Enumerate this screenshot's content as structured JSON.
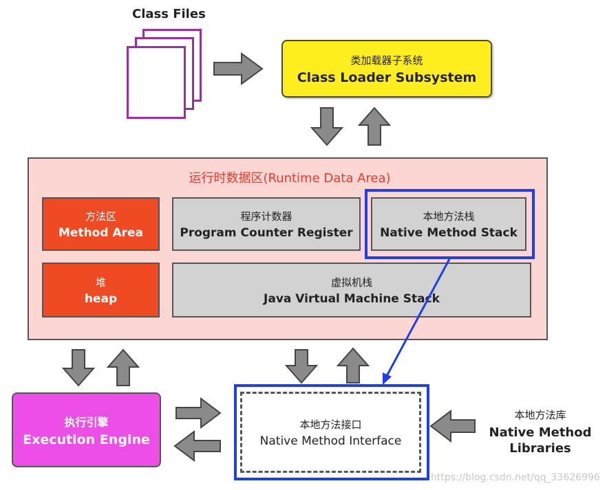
{
  "class_files": {
    "title": "Class Files"
  },
  "class_loader": {
    "title_zh": "类加载器子系统",
    "title_en": "Class Loader Subsystem"
  },
  "runtime_data_area": {
    "title": "运行时数据区(Runtime Data Area)",
    "method_area": {
      "zh": "方法区",
      "en": "Method Area"
    },
    "program_counter": {
      "zh": "程序计数器",
      "en": "Program Counter Register"
    },
    "native_method_stack": {
      "zh": "本地方法栈",
      "en": "Native Method Stack"
    },
    "heap": {
      "zh": "堆",
      "en": "heap"
    },
    "jvm_stack": {
      "zh": "虚拟机栈",
      "en": "Java Virtual Machine Stack"
    }
  },
  "execution_engine": {
    "zh": "执行引擎",
    "en": "Execution Engine"
  },
  "native_method_interface": {
    "zh": "本地方法接口",
    "en": "Native Method Interface"
  },
  "native_method_libraries": {
    "zh": "本地方法库",
    "en_line1": "Native Method",
    "en_line2": "Libraries"
  },
  "watermark": "https://blog.csdn.net/qq_33626996",
  "colors": {
    "class_loader": "#ffee1e",
    "runtime_area": "#fbd6d3",
    "red_block": "#f04a22",
    "gray_block": "#d2d2d2",
    "execution_engine": "#ee4ee8",
    "highlight_blue": "#1e3cf0",
    "class_file_border": "#9b2ea0",
    "arrow_gray": "#8a8a8a"
  }
}
